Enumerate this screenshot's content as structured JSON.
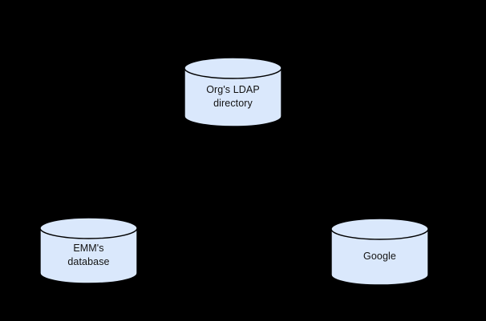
{
  "diagram": {
    "type": "node-diagram",
    "background_color": "#000000",
    "node_fill_color": "#dae8fc",
    "node_stroke_color": "#000000",
    "label_color": "#121212",
    "nodes": [
      {
        "id": "ldap",
        "shape": "cylinder",
        "label": "Org's LDAP\ndirectory",
        "label_line_1": "Org's LDAP",
        "label_line_2": "directory"
      },
      {
        "id": "emm",
        "shape": "cylinder",
        "label": "EMM's\ndatabase",
        "label_line_1": "EMM's",
        "label_line_2": "database"
      },
      {
        "id": "google",
        "shape": "cylinder",
        "label": "Google",
        "label_line_1": "Google",
        "label_line_2": ""
      }
    ],
    "edges": []
  }
}
